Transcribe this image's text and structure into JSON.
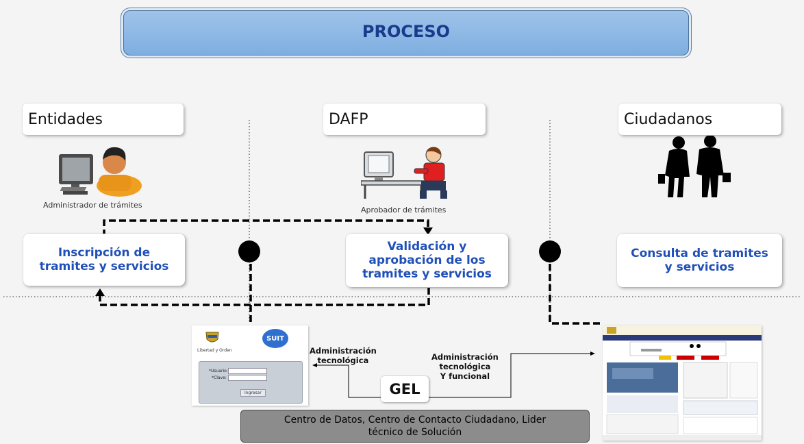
{
  "title": "PROCESO",
  "roles": {
    "entidades": "Entidades",
    "dafp": "DAFP",
    "ciudadanos": "Ciudadanos"
  },
  "captions": {
    "admin": "Administrador de trámites",
    "aprobador": "Aprobador de trámites"
  },
  "processes": {
    "inscripcion": [
      "Inscripción de",
      "tramites y servicios"
    ],
    "validacion": [
      "Validación y",
      "aprobación de los",
      "tramites y servicios"
    ],
    "consulta": [
      "Consulta de tramites",
      "y servicios"
    ]
  },
  "labels": {
    "admin_tec": [
      "Administración",
      "tecnológica"
    ],
    "admin_tec_func": [
      "Administración",
      "tecnológica",
      "Y funcional"
    ]
  },
  "gel": "GEL",
  "footer": [
    "Centro de Datos, Centro de Contacto Ciudadano, Lider",
    "técnico de Solución"
  ],
  "suit": {
    "logo_text": "SUIT",
    "caption_left": "Libertad y Orden",
    "user_label": "*Usuario:",
    "key_label": "*Clave:",
    "submit": "Ingresar"
  }
}
